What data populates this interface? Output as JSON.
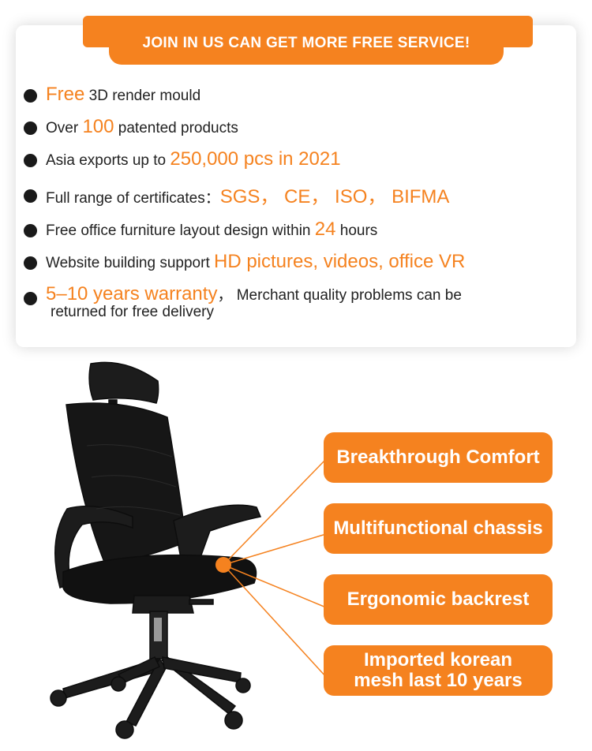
{
  "banner": {
    "title": "JOIN IN US CAN GET MORE FREE SERVICE!"
  },
  "features": [
    {
      "highlight": "Free",
      "text": " 3D render mould"
    },
    {
      "pre": "Over ",
      "highlight": "100",
      "post": " patented products"
    },
    {
      "pre": "Asia exports up to ",
      "highlight": "250,000 pcs in 2021"
    },
    {
      "pre": "Full range of certificates：",
      "highlight": "SGS， CE， ISO， BIFMA"
    },
    {
      "pre": "Free office furniture layout design within ",
      "highlight": "24",
      "post": " hours"
    },
    {
      "pre": "Website building support ",
      "highlight": "HD pictures, videos, office VR"
    },
    {
      "highlight": "5–10 years warranty",
      "post": "， Merchant quality problems can be",
      "line2": "returned for free delivery"
    }
  ],
  "callouts": [
    "Breakthrough Comfort",
    "Multifunctional chassis",
    "Ergonomic backrest",
    "Imported korean mesh last 10 years"
  ],
  "colors": {
    "accent": "#f5821f",
    "dot": "#1a1a1a",
    "text": "#222222"
  }
}
